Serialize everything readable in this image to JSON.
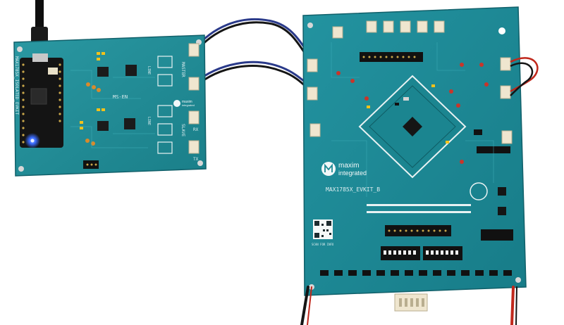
{
  "left_board": {
    "vertical_silk": "MAX1785X_ISOLATED_EVKIT",
    "logo_line1": "maxim",
    "logo_line2": "integrated",
    "silk_master": "MASTER",
    "silk_slave": "SLAVE",
    "silk_rx": "RX",
    "silk_tx": "TX",
    "silk_ms_en": "MS-EN",
    "silk_dir_top": "LINE",
    "silk_dir_bottom": "LINE"
  },
  "right_board": {
    "name_silk": "MAX1785X_EVKIT_B",
    "logo_line1": "maxim",
    "logo_line2": "integrated",
    "qr_caption": "SCAN FOR INFO"
  },
  "colors": {
    "pcb": "#1f8a94",
    "pcb_dark": "#166a73",
    "silkscreen": "#dfeef0",
    "connector": "#efe6cf",
    "header": "#111111",
    "wire_blue": "#2a3a8a",
    "wire_black": "#151515",
    "wire_red": "#c0281c",
    "led_yellow": "#f3c21a",
    "led_blue": "#3a6bff"
  }
}
